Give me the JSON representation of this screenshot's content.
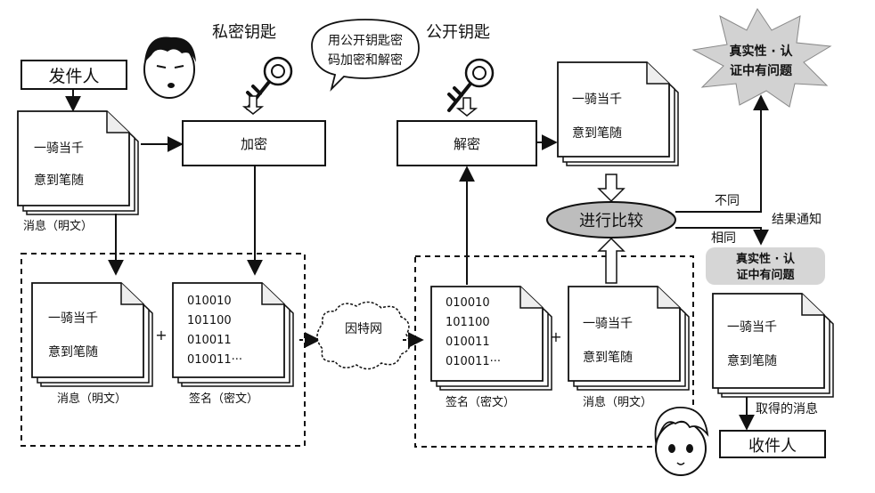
{
  "sender": {
    "label": "发件人"
  },
  "receiver": {
    "label": "收件人"
  },
  "private_key_label": "私密钥匙",
  "public_key_label": "公开钥匙",
  "speech_bubble": [
    "用公开钥匙密",
    "码加密和解密"
  ],
  "encrypt_label": "加密",
  "decrypt_label": "解密",
  "internet_label": "因特网",
  "compare_label": "进行比较",
  "result_label": "结果通知",
  "different_label": "不同",
  "same_label": "相同",
  "problem_label": [
    "真实性 · 认",
    "证中有问题"
  ],
  "no_problem_label": [
    "真实性 · 认",
    "证中有问题"
  ],
  "message_lines": [
    "一骑当千",
    "意到笔随"
  ],
  "cipher_lines": [
    "010010",
    "101100",
    "010011",
    "010011···"
  ],
  "plain_caption": "消息（明文）",
  "plain_caption_top": "消息（明文）",
  "cipher_caption": "签名（密文）",
  "received_caption": "取得的消息",
  "plus": "+",
  "colors": {
    "line": "#111111",
    "compare_fill": "#bdbdbd",
    "badge_fill": "#d6d6d6",
    "star_fill": "#d2d2d2"
  }
}
